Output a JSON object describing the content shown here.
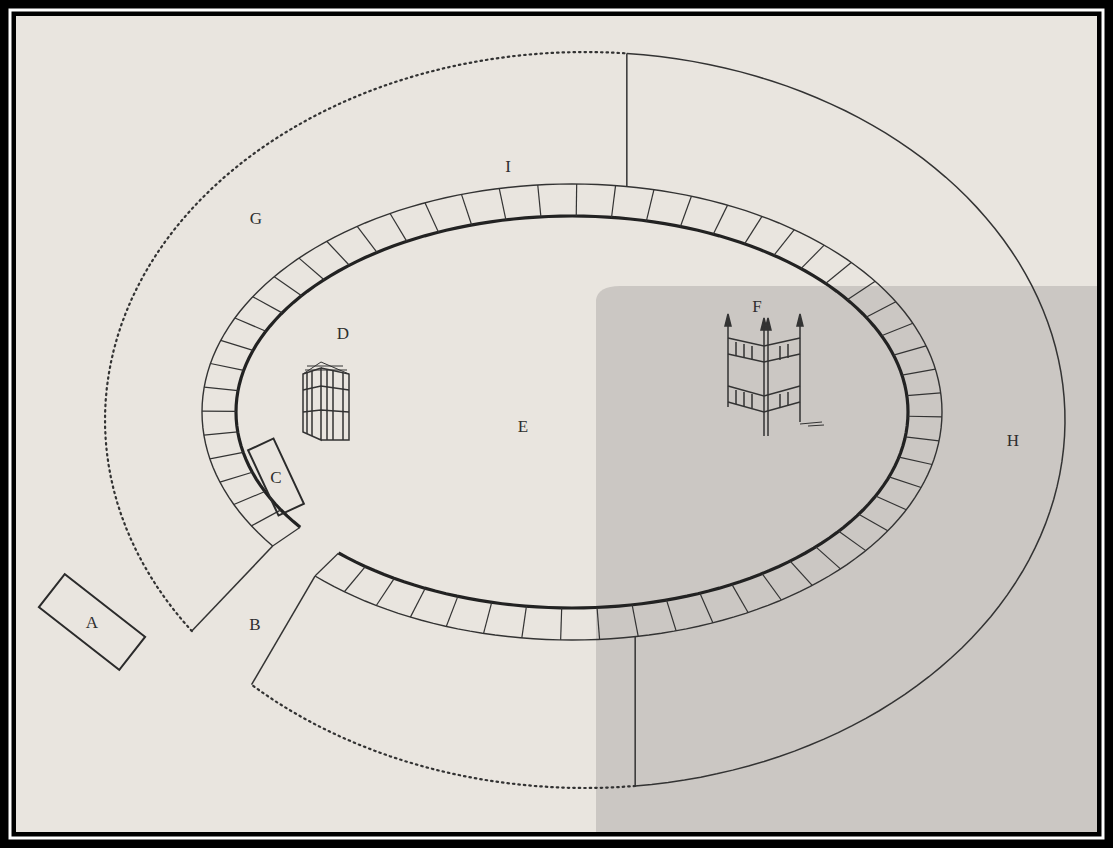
{
  "diagram": {
    "nodes": [
      {
        "text": [
          "C"
        ]
      },
      {
        "text": [
          "A"
        ]
      }
    ],
    "labels": [
      "I",
      "G",
      "D",
      "F",
      "E",
      "H",
      "B"
    ]
  }
}
